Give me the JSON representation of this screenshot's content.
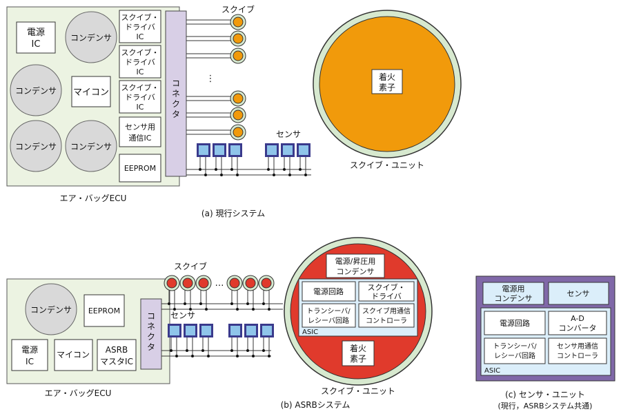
{
  "colors": {
    "ecu_bg": "#ecf3e2",
    "capacitor": "#d9d9d9",
    "connector": "#d8cfe6",
    "squib_orange": "#f19a0b",
    "squib_red": "#e03a2c",
    "squib_ring": "#d7e9cf",
    "sensor_blue": "#8fc5ea",
    "sensor_frame": "#3a3a8c",
    "asic_bg": "#dbeefa",
    "sensor_unit_frame": "#8068a8"
  },
  "section_a": {
    "caption": "(a) 現行システム",
    "ecu_caption": "エア・バッグECU",
    "power_ic": [
      "電源",
      "IC"
    ],
    "capacitor": "コンデンサ",
    "micro": "マイコン",
    "squib_driver": [
      "スクイブ・",
      "ドライバ",
      "IC"
    ],
    "sensor_comm_ic": [
      "センサ用",
      "通信IC"
    ],
    "eeprom": "EEPROM",
    "connector": [
      "コ",
      "ネ",
      "ク",
      "タ"
    ],
    "squib_label": "スクイブ",
    "ellipsis": "⋮",
    "sensor_label": "センサ",
    "ignition": [
      "着火",
      "素子"
    ],
    "squib_unit": "スクイブ・ユニット"
  },
  "section_b": {
    "caption": "(b) ASRBシステム",
    "ecu_caption": "エア・バッグECU",
    "capacitor": "コンデンサ",
    "eeprom": "EEPROM",
    "power_ic": [
      "電源",
      "IC"
    ],
    "micro": "マイコン",
    "asrb_master": [
      "ASRB",
      "マスタIC"
    ],
    "connector": [
      "コ",
      "ネ",
      "ク",
      "タ"
    ],
    "squib_label": "スクイブ",
    "ellipsis": "…",
    "sensor_label": "センサ",
    "power_boost_cap": [
      "電源/昇圧用",
      "コンデンサ"
    ],
    "power_circuit": "電源回路",
    "squib_driver": [
      "スクイブ・",
      "ドライバ"
    ],
    "transceiver": [
      "トランシーバ/",
      "レシーバ回路"
    ],
    "squib_comm": [
      "スクイブ用通信",
      "コントローラ"
    ],
    "asic": "ASIC",
    "ignition": [
      "着火",
      "素子"
    ],
    "squib_unit": "スクイブ・ユニット"
  },
  "section_c": {
    "caption": [
      "(c) センサ・ユニット",
      "(現行，ASRBシステム共通)"
    ],
    "power_cap": [
      "電源用",
      "コンデンサ"
    ],
    "sensor": "センサ",
    "power_circuit": "電源回路",
    "adc": [
      "A-D",
      "コンバータ"
    ],
    "transceiver": [
      "トランシーバ/",
      "レシーバ回路"
    ],
    "sensor_comm": [
      "センサ用通信",
      "コントローラ"
    ],
    "asic": "ASIC"
  }
}
